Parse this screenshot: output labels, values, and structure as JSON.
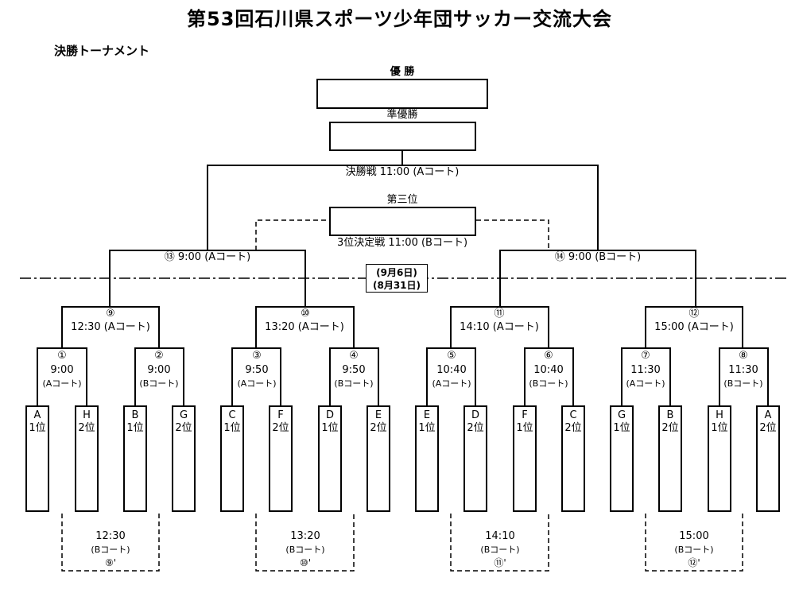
{
  "title": "第53回石川県スポーツ少年団サッカー交流大会",
  "subtitle": "決勝トーナメント",
  "top": {
    "champion_label": "優 勝",
    "runner_up_label": "準優勝",
    "final_label": "決勝戦 11:00 (Aコート)",
    "third_label": "第三位",
    "third_match_label": "3位決定戦 11:00 (Bコート)"
  },
  "date_box": {
    "line1": "(9月6日)",
    "line2": "(8月31日)"
  },
  "semis": [
    {
      "label": "⑬ 9:00 (Aコート)"
    },
    {
      "label": "⑭ 9:00 (Bコート)"
    }
  ],
  "quarters": [
    {
      "num": "⑨",
      "time": "12:30 (Aコート)"
    },
    {
      "num": "⑩",
      "time": "13:20 (Aコート)"
    },
    {
      "num": "⑪",
      "time": "14:10 (Aコート)"
    },
    {
      "num": "⑫",
      "time": "15:00 (Aコート)"
    }
  ],
  "round1": [
    {
      "num": "①",
      "time": "9:00",
      "court": "(Aコート)"
    },
    {
      "num": "②",
      "time": "9:00",
      "court": "(Bコート)"
    },
    {
      "num": "③",
      "time": "9:50",
      "court": "(Aコート)"
    },
    {
      "num": "④",
      "time": "9:50",
      "court": "(Bコート)"
    },
    {
      "num": "⑤",
      "time": "10:40",
      "court": "(Aコート)"
    },
    {
      "num": "⑥",
      "time": "10:40",
      "court": "(Bコート)"
    },
    {
      "num": "⑦",
      "time": "11:30",
      "court": "(Aコート)"
    },
    {
      "num": "⑧",
      "time": "11:30",
      "court": "(Bコート)"
    }
  ],
  "teams": [
    {
      "name": "A",
      "rank": "1位"
    },
    {
      "name": "H",
      "rank": "2位"
    },
    {
      "name": "B",
      "rank": "1位"
    },
    {
      "name": "G",
      "rank": "2位"
    },
    {
      "name": "C",
      "rank": "1位"
    },
    {
      "name": "F",
      "rank": "2位"
    },
    {
      "name": "D",
      "rank": "1位"
    },
    {
      "name": "E",
      "rank": "2位"
    },
    {
      "name": "E",
      "rank": "1位"
    },
    {
      "name": "D",
      "rank": "2位"
    },
    {
      "name": "F",
      "rank": "1位"
    },
    {
      "name": "C",
      "rank": "2位"
    },
    {
      "name": "G",
      "rank": "1位"
    },
    {
      "name": "B",
      "rank": "2位"
    },
    {
      "name": "H",
      "rank": "1位"
    },
    {
      "name": "A",
      "rank": "2位"
    }
  ],
  "consolation": [
    {
      "time": "12:30",
      "court": "(Bコート)",
      "num": "⑨'"
    },
    {
      "time": "13:20",
      "court": "(Bコート)",
      "num": "⑩'"
    },
    {
      "time": "14:10",
      "court": "(Bコート)",
      "num": "⑪'"
    },
    {
      "time": "15:00",
      "court": "(Bコート)",
      "num": "⑫'"
    }
  ]
}
